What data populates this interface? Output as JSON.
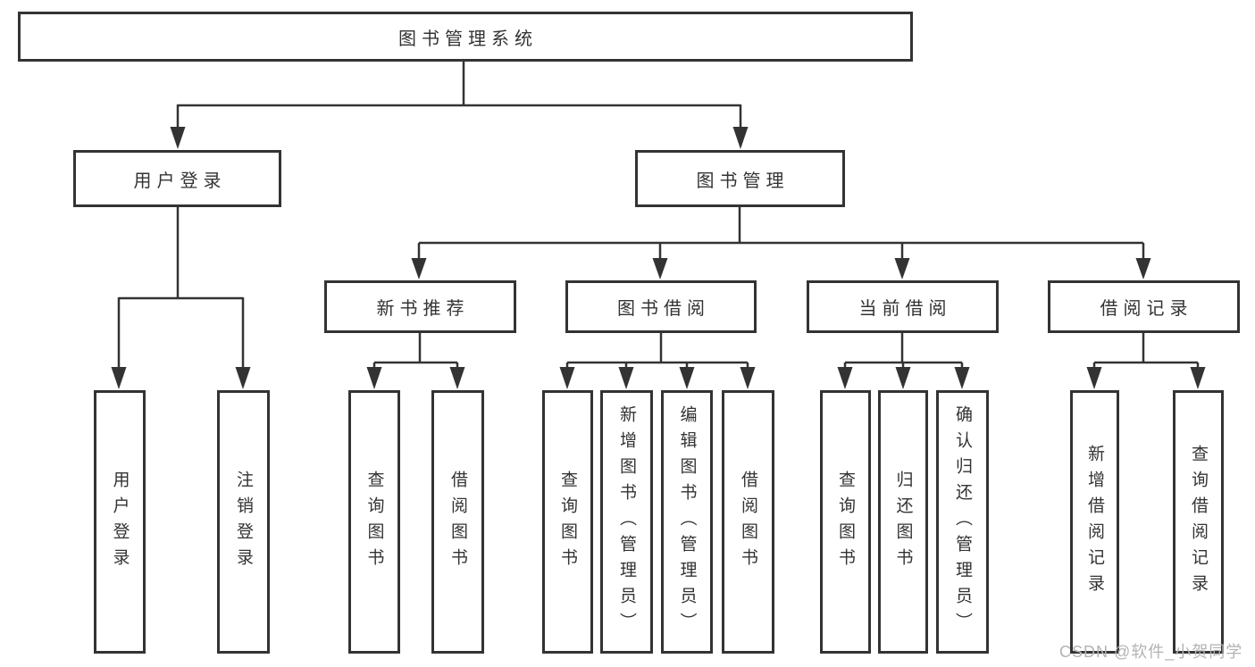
{
  "colors": {
    "line": "#333333",
    "box_border": "#333333",
    "text": "#333333",
    "background": "#ffffff",
    "watermark_text_color": "#b3b3b3"
  },
  "watermark": {
    "text": "CSDN @软件_小贺同学"
  },
  "tree": {
    "root": {
      "label": "图书管理系统",
      "children": [
        {
          "label": "用户登录",
          "children": [
            {
              "label": "用户登录"
            },
            {
              "label": "注销登录"
            }
          ]
        },
        {
          "label": "图书管理",
          "children": [
            {
              "label": "新书推荐",
              "children": [
                {
                  "label": "查询图书"
                },
                {
                  "label": "借阅图书"
                }
              ]
            },
            {
              "label": "图书借阅",
              "children": [
                {
                  "label": "查询图书"
                },
                {
                  "label": "新增图书（管理员）"
                },
                {
                  "label": "编辑图书（管理员）"
                },
                {
                  "label": "借阅图书"
                }
              ]
            },
            {
              "label": "当前借阅",
              "children": [
                {
                  "label": "查询图书"
                },
                {
                  "label": "归还图书"
                },
                {
                  "label": "确认归还（管理员）"
                }
              ]
            },
            {
              "label": "借阅记录",
              "children": [
                {
                  "label": "新增借阅记录"
                },
                {
                  "label": "查询借阅记录"
                }
              ]
            }
          ]
        }
      ]
    }
  }
}
